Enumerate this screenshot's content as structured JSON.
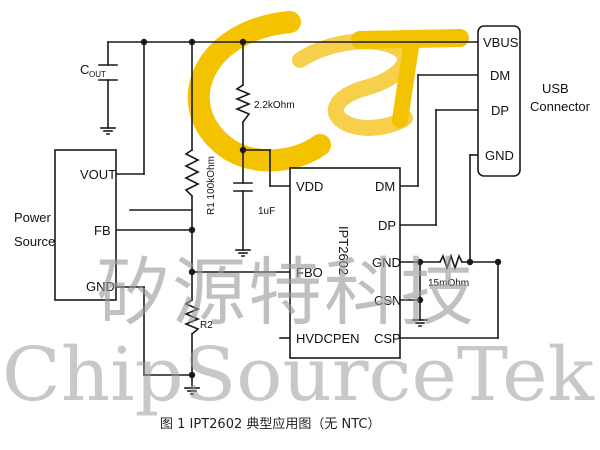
{
  "colors": {
    "logo": "#f3c200",
    "wire": "#1a1a1a",
    "watermark": "#9a9a9a"
  },
  "labels": {
    "cout_main": "C",
    "cout_sub": "OUT",
    "r1": "R1 100kOhm",
    "r2": "R2",
    "r_2k2": "2.2kOhm",
    "c_1uf": "1uF",
    "r_sense": "15mOhm",
    "ic_name": "IPT2602"
  },
  "power_source": {
    "title_line1": "Power",
    "title_line2": "Source",
    "pins": [
      "VOUT",
      "FB",
      "GND"
    ]
  },
  "ic": {
    "pins_left": [
      "VDD",
      "FBO",
      "HVDCPEN"
    ],
    "pins_right": [
      "DM",
      "DP",
      "GND",
      "CSN",
      "CSP"
    ]
  },
  "usb": {
    "pins": [
      "VBUS",
      "DM",
      "DP",
      "GND"
    ],
    "title_line1": "USB",
    "title_line2": "Connector"
  },
  "watermark": {
    "chinese": "矽源特科技",
    "english": "ChipSourceTek"
  },
  "caption": "图 1  IPT2602  典型应用图（无 NTC）"
}
